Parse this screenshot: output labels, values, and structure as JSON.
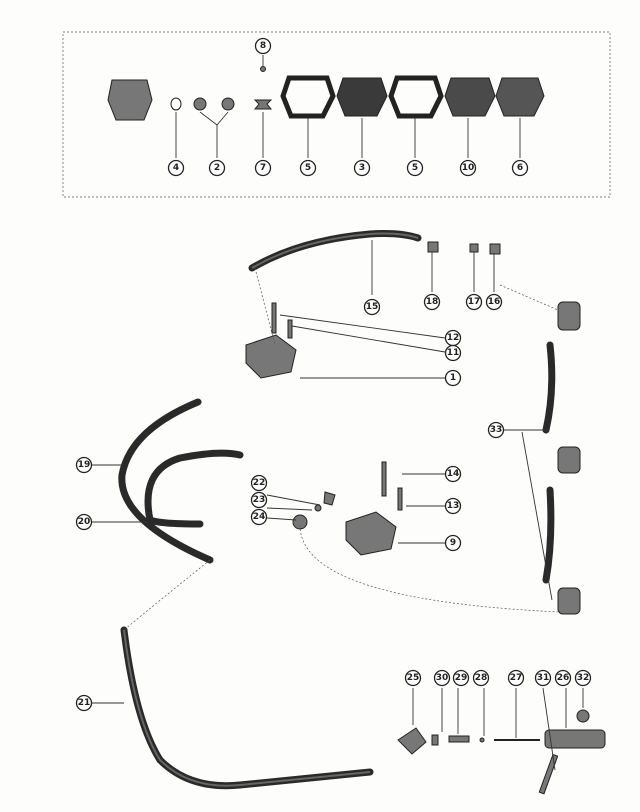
{
  "callouts": {
    "top": [
      "8",
      "4",
      "2",
      "7",
      "5",
      "3",
      "5",
      "10",
      "6"
    ],
    "middle": [
      "15",
      "18",
      "17",
      "16",
      "12",
      "11",
      "1",
      "33",
      "19",
      "14",
      "22",
      "23",
      "13",
      "24",
      "9",
      "20"
    ],
    "bottom": [
      "21",
      "25",
      "30",
      "29",
      "28",
      "27",
      "31",
      "26",
      "32"
    ]
  }
}
